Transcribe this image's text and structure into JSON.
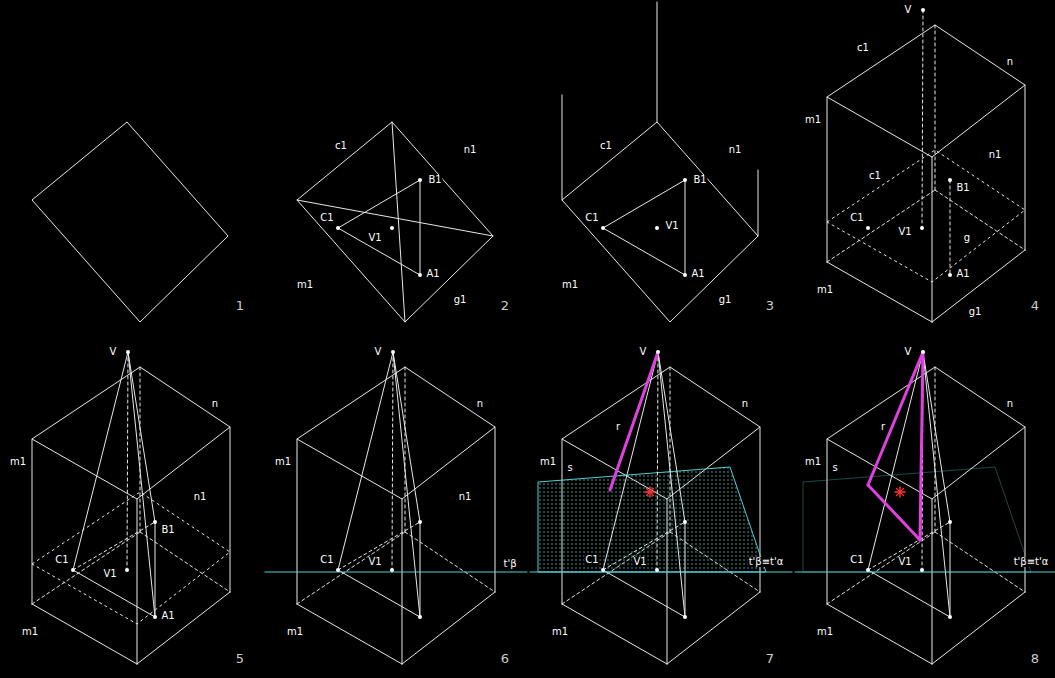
{
  "diagram": {
    "labels": [
      "1",
      "c1",
      "n1",
      "B1",
      "C1",
      "V1",
      "A1",
      "m1",
      "g1",
      "2",
      "c1",
      "n1",
      "B1",
      "C1",
      "V1",
      "A1",
      "m1",
      "g1",
      "3",
      "V",
      "c1",
      "m1",
      "n",
      "c1",
      "B1",
      "n1",
      "g",
      "V1",
      "C1",
      "A1",
      "m1",
      "g1",
      "4",
      "V",
      "m1",
      "n",
      "n1",
      "B1",
      "C1",
      "V1",
      "A1",
      "m1",
      "5",
      "V",
      "m1",
      "n",
      "n1",
      "C1",
      "V1",
      "t'β",
      "m1",
      "6",
      "V",
      "r",
      "m1",
      "s",
      "n",
      "C1",
      "V1",
      "t'β≡t'α",
      "m1",
      "7",
      "V",
      "r",
      "m1",
      "s",
      "n",
      "C1",
      "V1",
      "t'β≡t'α",
      "m1",
      "8"
    ]
  }
}
